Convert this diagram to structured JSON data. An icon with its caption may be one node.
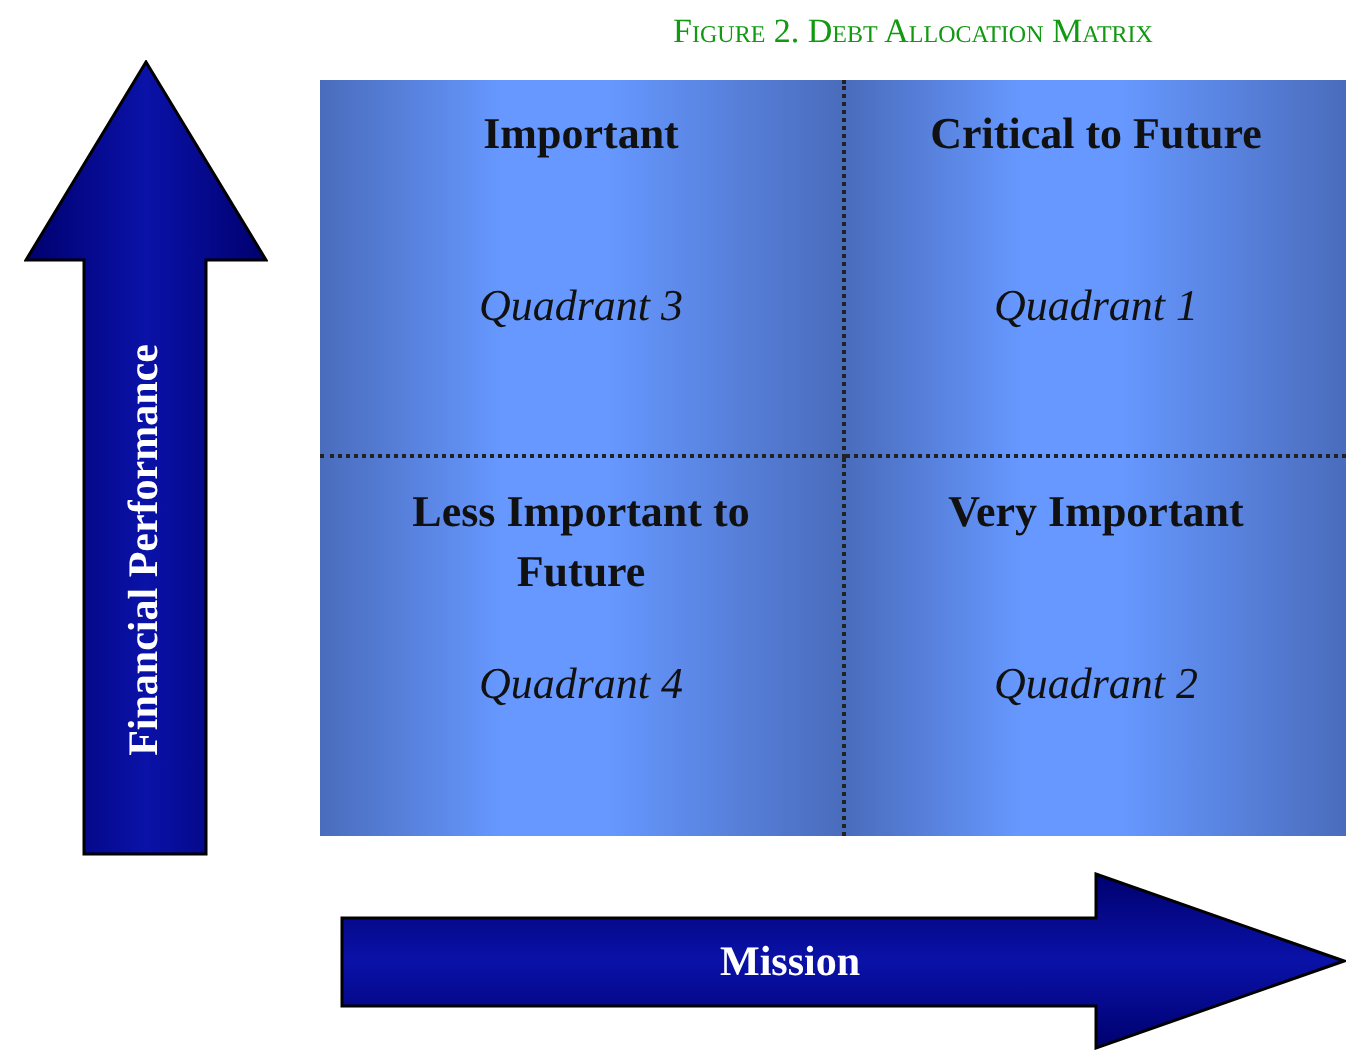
{
  "diagram": {
    "title": "Figure 2. Debt Allocation Matrix",
    "nodes": [
      {
        "text": [
          "Important",
          "Quadrant 3"
        ]
      },
      {
        "text": [
          "Critical to Future",
          "Quadrant 1"
        ]
      },
      {
        "text": [
          "Less Important to Future",
          "Quadrant 4"
        ]
      },
      {
        "text": [
          "Very Important",
          "Quadrant 2"
        ]
      },
      {
        "text": [
          "Financial Performance"
        ]
      },
      {
        "text": [
          "Mission"
        ]
      }
    ]
  }
}
